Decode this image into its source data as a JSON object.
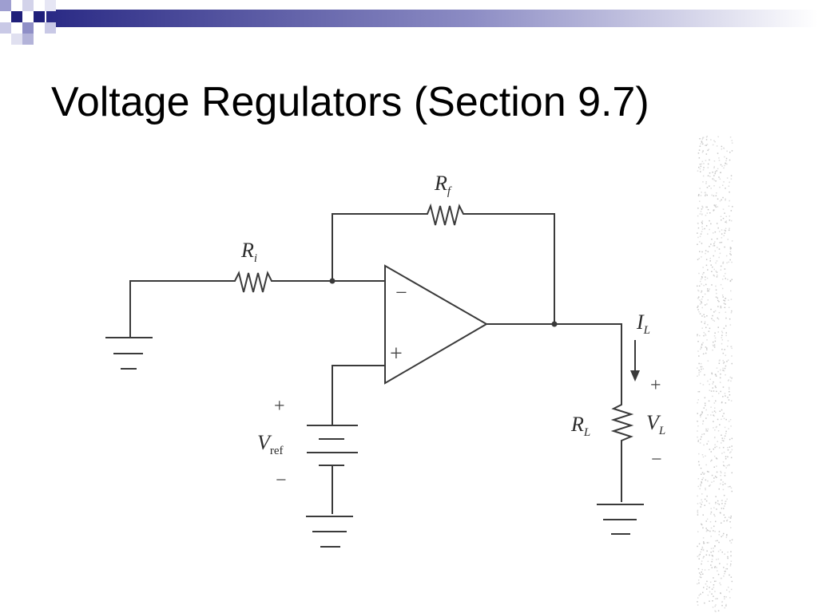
{
  "slide": {
    "title": "Voltage Regulators (Section 9.7)"
  },
  "diagram": {
    "feedback_resistor": {
      "symbol": "R",
      "subscript": "f"
    },
    "input_resistor": {
      "symbol": "R",
      "subscript": "i"
    },
    "load_resistor": {
      "symbol": "R",
      "subscript": "L"
    },
    "load_current": {
      "symbol": "I",
      "subscript": "L"
    },
    "load_voltage": {
      "symbol": "V",
      "subscript": "L",
      "plus": "+",
      "minus": "−"
    },
    "reference_voltage": {
      "symbol": "V",
      "subscript": "ref",
      "plus": "+",
      "minus": "−"
    },
    "opamp": {
      "inverting": "−",
      "noninverting": "+"
    }
  },
  "colors": {
    "accent_dark": "#1f1f7a",
    "accent_mid": "#6f6fb3",
    "accent_light": "#d3d3ea",
    "wire": "#3a3a3a"
  }
}
